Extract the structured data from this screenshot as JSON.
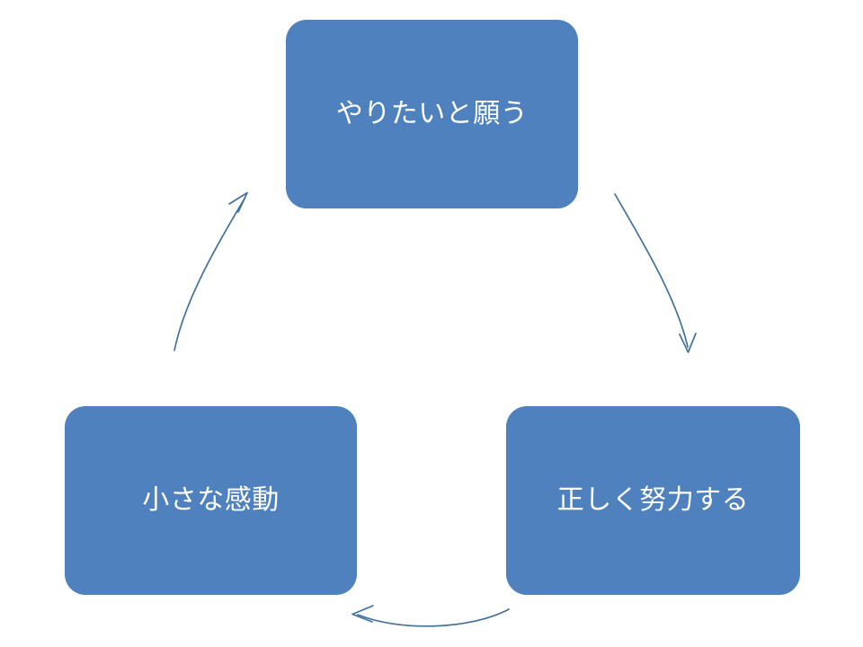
{
  "diagram": {
    "type": "cycle",
    "title": "",
    "background_color": "#ffffff",
    "node_fill_color": "#4e81bd",
    "node_text_color": "#ffffff",
    "arrow_color": "#41719c",
    "direction": "clockwise",
    "nodes": [
      {
        "id": "desire",
        "label": "やりたいと願う",
        "position": "top"
      },
      {
        "id": "effort",
        "label": "正しく努力する",
        "position": "bottom-right"
      },
      {
        "id": "emotion",
        "label": "小さな感動",
        "position": "bottom-left"
      }
    ],
    "arrows": [
      {
        "id": "desire-to-effort",
        "from": "desire",
        "to": "effort",
        "label": ""
      },
      {
        "id": "effort-to-emotion",
        "from": "effort",
        "to": "emotion",
        "label": ""
      },
      {
        "id": "emotion-to-desire",
        "from": "emotion",
        "to": "desire",
        "label": ""
      }
    ]
  }
}
